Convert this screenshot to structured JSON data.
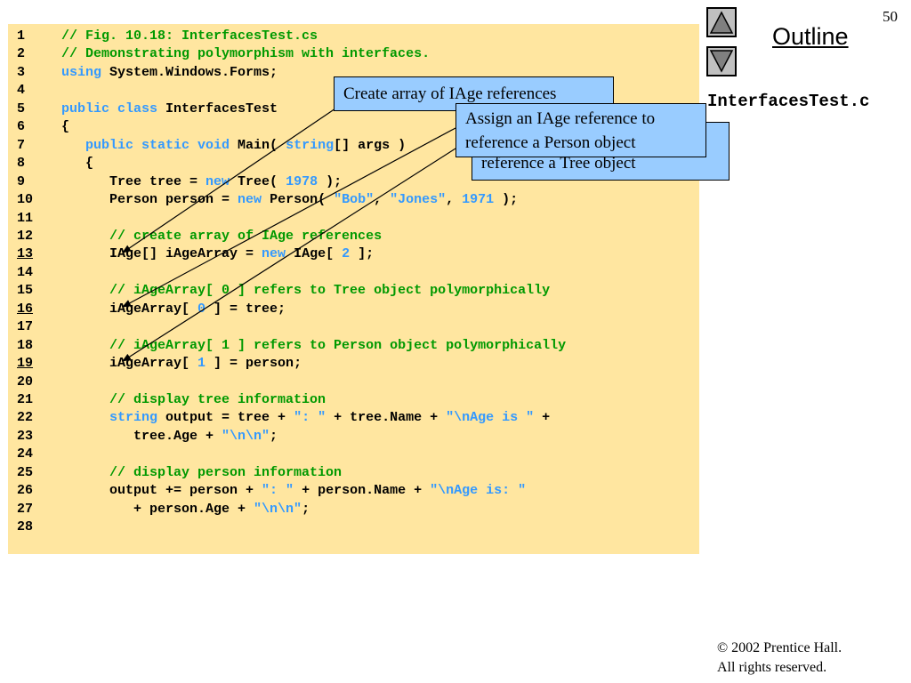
{
  "slide": {
    "page_number": "50",
    "outline_title": "Outline",
    "file_label": "InterfacesTest.c",
    "copyright_line1": "© 2002 Prentice Hall.",
    "copyright_line2": "All rights reserved."
  },
  "nav": {
    "prev_icon": "triangle-up-icon",
    "next_icon": "triangle-down-icon"
  },
  "callouts": {
    "create_array": "Create array of IAge references",
    "assign_person_1": "Assign an IAge reference to",
    "assign_person_2": "reference a Person object",
    "assign_tree_2": "reference a Tree object"
  },
  "code": [
    {
      "n": "1",
      "u": false,
      "seg": [
        [
          "com",
          "// Fig. 10.18: InterfacesTest.cs"
        ]
      ]
    },
    {
      "n": "2",
      "u": false,
      "seg": [
        [
          "com",
          "// Demonstrating polymorphism with interfaces."
        ]
      ]
    },
    {
      "n": "3",
      "u": false,
      "seg": [
        [
          "kw",
          "using"
        ],
        [
          "plain",
          " System.Windows.Forms;"
        ]
      ]
    },
    {
      "n": "4",
      "u": false,
      "seg": []
    },
    {
      "n": "5",
      "u": false,
      "seg": [
        [
          "kw",
          "public class"
        ],
        [
          "plain",
          " InterfacesTest"
        ]
      ]
    },
    {
      "n": "6",
      "u": false,
      "seg": [
        [
          "plain",
          "{"
        ]
      ]
    },
    {
      "n": "7",
      "u": false,
      "seg": [
        [
          "plain",
          "   "
        ],
        [
          "kw",
          "public static void"
        ],
        [
          "plain",
          " Main( "
        ],
        [
          "kw",
          "string"
        ],
        [
          "plain",
          "[] args )"
        ]
      ]
    },
    {
      "n": "8",
      "u": false,
      "seg": [
        [
          "plain",
          "   {"
        ]
      ]
    },
    {
      "n": "9",
      "u": false,
      "seg": [
        [
          "plain",
          "      Tree tree = "
        ],
        [
          "kw",
          "new"
        ],
        [
          "plain",
          " Tree( "
        ],
        [
          "num",
          "1978"
        ],
        [
          "plain",
          " );"
        ]
      ]
    },
    {
      "n": "10",
      "u": false,
      "seg": [
        [
          "plain",
          "      Person person = "
        ],
        [
          "kw",
          "new"
        ],
        [
          "plain",
          " Person( "
        ],
        [
          "str",
          "\"Bob\""
        ],
        [
          "plain",
          ", "
        ],
        [
          "str",
          "\"Jones\""
        ],
        [
          "plain",
          ", "
        ],
        [
          "num",
          "1971"
        ],
        [
          "plain",
          " );"
        ]
      ]
    },
    {
      "n": "11",
      "u": false,
      "seg": []
    },
    {
      "n": "12",
      "u": false,
      "seg": [
        [
          "plain",
          "      "
        ],
        [
          "com",
          "// create array of IAge references"
        ]
      ]
    },
    {
      "n": "13",
      "u": true,
      "seg": [
        [
          "plain",
          "      IAge[] iAgeArray = "
        ],
        [
          "kw",
          "new"
        ],
        [
          "plain",
          " IAge[ "
        ],
        [
          "num",
          "2"
        ],
        [
          "plain",
          " ];"
        ]
      ]
    },
    {
      "n": "14",
      "u": false,
      "seg": []
    },
    {
      "n": "15",
      "u": false,
      "seg": [
        [
          "plain",
          "      "
        ],
        [
          "com",
          "// iAgeArray[ 0 ] refers to Tree object polymorphically"
        ]
      ]
    },
    {
      "n": "16",
      "u": true,
      "seg": [
        [
          "plain",
          "      iAgeArray[ "
        ],
        [
          "num",
          "0"
        ],
        [
          "plain",
          " ] = tree;"
        ]
      ]
    },
    {
      "n": "17",
      "u": false,
      "seg": []
    },
    {
      "n": "18",
      "u": false,
      "seg": [
        [
          "plain",
          "      "
        ],
        [
          "com",
          "// iAgeArray[ 1 ] refers to Person object polymorphically"
        ]
      ]
    },
    {
      "n": "19",
      "u": true,
      "seg": [
        [
          "plain",
          "      iAgeArray[ "
        ],
        [
          "num",
          "1"
        ],
        [
          "plain",
          " ] = person;"
        ]
      ]
    },
    {
      "n": "20",
      "u": false,
      "seg": []
    },
    {
      "n": "21",
      "u": false,
      "seg": [
        [
          "plain",
          "      "
        ],
        [
          "com",
          "// display tree information"
        ]
      ]
    },
    {
      "n": "22",
      "u": false,
      "seg": [
        [
          "plain",
          "      "
        ],
        [
          "kw",
          "string"
        ],
        [
          "plain",
          " output = tree + "
        ],
        [
          "str",
          "\": \""
        ],
        [
          "plain",
          " + tree.Name + "
        ],
        [
          "str",
          "\"\\nAge is \""
        ],
        [
          "plain",
          " +"
        ]
      ]
    },
    {
      "n": "23",
      "u": false,
      "seg": [
        [
          "plain",
          "         tree.Age + "
        ],
        [
          "str",
          "\"\\n\\n\""
        ],
        [
          "plain",
          ";"
        ]
      ]
    },
    {
      "n": "24",
      "u": false,
      "seg": []
    },
    {
      "n": "25",
      "u": false,
      "seg": [
        [
          "plain",
          "      "
        ],
        [
          "com",
          "// display person information"
        ]
      ]
    },
    {
      "n": "26",
      "u": false,
      "seg": [
        [
          "plain",
          "      output += person + "
        ],
        [
          "str",
          "\": \""
        ],
        [
          "plain",
          " + person.Name + "
        ],
        [
          "str",
          "\"\\nAge is: \""
        ]
      ]
    },
    {
      "n": "27",
      "u": false,
      "seg": [
        [
          "plain",
          "         + person.Age + "
        ],
        [
          "str",
          "\"\\n\\n\""
        ],
        [
          "plain",
          ";"
        ]
      ]
    },
    {
      "n": "28",
      "u": false,
      "seg": []
    }
  ]
}
